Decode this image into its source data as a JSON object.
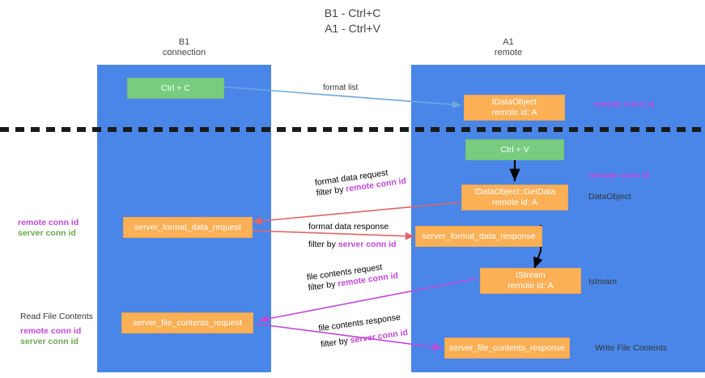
{
  "diagram": {
    "title": "B1 - Ctrl+C\nA1 - Ctrl+V",
    "type": "sequence-diagram",
    "colors": {
      "lane": "#4a86e8",
      "green_box": "#77cc7f",
      "orange_box": "#fbb056",
      "purple_text": "#c148d6",
      "green_text": "#6aa84f",
      "blue_arrow": "#6fa8dc",
      "red_arrow": "#e06666",
      "magenta_arrow": "#c148d6",
      "black_arrow": "#000000",
      "divider": "#1a1a1a",
      "background": "#ffffff"
    }
  },
  "lanes": [
    {
      "key": "b1",
      "header": "B1\nconnection"
    },
    {
      "key": "a1",
      "header": "A1\nremote"
    }
  ],
  "boxes": {
    "ctrl_c": "Ctrl + C",
    "ctrl_v": "Ctrl + V",
    "idataobject": "IDataObject\nremote id: A",
    "idataobject_getdata": "IDataObject::GetData\nremote id: A",
    "istream": "IStream\nremote id: A",
    "server_format_data_request": "server_format_data_request",
    "server_format_data_response": "server_format_data_response",
    "server_file_contents_request": "server_file_contents_request",
    "server_file_contents_response": "server_file_contents_response"
  },
  "edges": {
    "format_list": "format list",
    "format_data_request": "format data request",
    "format_data_request_filter_prefix": "filter by ",
    "format_data_request_filter_key": "remote conn id",
    "format_data_response": "format data response",
    "format_data_response_filter_prefix": "filter by ",
    "format_data_response_filter_key": "server conn id",
    "file_contents_request": "file contents request",
    "file_contents_request_filter_prefix": "filter by ",
    "file_contents_request_filter_key": "remote conn id",
    "file_contents_response": "file contents response",
    "file_contents_response_filter_prefix": "filter by ",
    "file_contents_response_filter_key": "server conn id"
  },
  "annotations": {
    "right_top_remote_conn_id": "remote conn id",
    "right_mid_remote_conn_id": "remote conn id",
    "right_dataobject": "DataObject",
    "right_istream": "Istream",
    "right_write_file_contents": "Write File Contents",
    "left_remote_conn_id": "remote conn id",
    "left_server_conn_id": "server conn id",
    "left_read_file_contents": "Read File Contents",
    "left_bottom_remote_conn_id": "remote conn id",
    "left_bottom_server_conn_id": "server conn id"
  }
}
